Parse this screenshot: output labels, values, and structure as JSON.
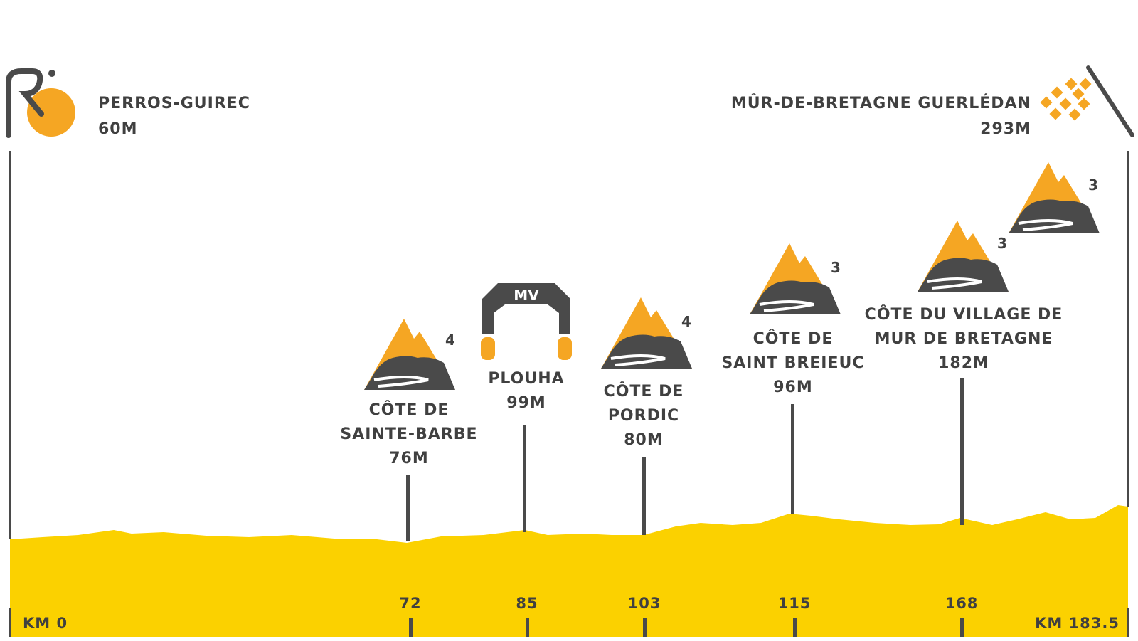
{
  "start": {
    "name": "PERROS-GUIREC",
    "elevation": "60M",
    "km_label": "KM 0"
  },
  "finish": {
    "name": "MÛR-DE-BRETAGNE GUERLÉDAN",
    "elevation": "293M",
    "km_label": "KM 183.5"
  },
  "points": [
    {
      "id": "sainte-barbe",
      "km": "72",
      "type": "climb",
      "category": "4",
      "lines": [
        "CÔTE DE",
        "SAINTE-BARBE",
        "76M"
      ]
    },
    {
      "id": "plouha",
      "km": "85",
      "type": "sprint",
      "badge": "MV",
      "lines": [
        "PLOUHA",
        "99M"
      ]
    },
    {
      "id": "pordic",
      "km": "103",
      "type": "climb",
      "category": "4",
      "lines": [
        "CÔTE DE",
        "PORDIC",
        "80M"
      ]
    },
    {
      "id": "saint-brieuc",
      "km": "115",
      "type": "climb",
      "category": "3",
      "lines": [
        "CÔTE DE",
        "SAINT BREIEUC",
        "96M"
      ]
    },
    {
      "id": "mur-village",
      "km": "168",
      "type": "climb",
      "category": "3",
      "lines": [
        "CÔTE DU VILLAGE DE",
        "MUR DE BRETAGNE",
        "182M"
      ]
    },
    {
      "id": "finish-climb",
      "type": "climb",
      "category": "3"
    }
  ],
  "colors": {
    "profile": "#FBD100",
    "accent": "#F5A623",
    "dark": "#4A4A4A",
    "text": "#404040"
  }
}
